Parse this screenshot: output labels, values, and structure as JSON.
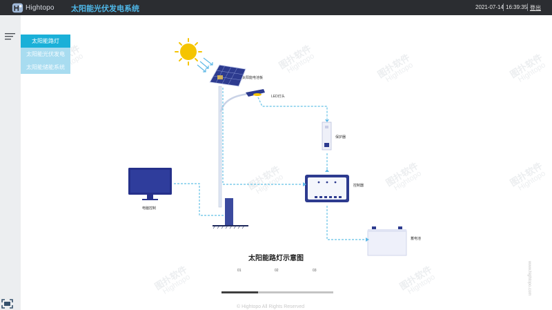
{
  "header": {
    "logo_text": "Hightopo",
    "title": "太阳能光伏发电系统",
    "date": "2021-07-14",
    "time": "16:39:35",
    "user": "登出"
  },
  "nav": {
    "items": [
      {
        "label": "太阳能路灯",
        "active": true
      },
      {
        "label": "太阳能光伏发电",
        "active": false
      },
      {
        "label": "太阳能储能系统",
        "active": false
      }
    ]
  },
  "diagram": {
    "title": "太阳能路灯示意图",
    "labels": {
      "solar_panel": "太阳能电池板",
      "led_lamp": "LED灯头",
      "protector": "保护器",
      "controller": "控制器",
      "monitor": "电脑控制",
      "battery": "蓄电池"
    }
  },
  "pager": {
    "pages": [
      "01",
      "02",
      "03"
    ],
    "progress": 0.33
  },
  "watermark": {
    "cn": "图扑软件",
    "en": "Hightopo"
  },
  "side_url": "www.hightopo.com",
  "footer": {
    "copyright": "© Hightopo All Rights Reserved"
  },
  "colors": {
    "header_bg": "#2b2d31",
    "title_accent": "#4fb8e9",
    "nav_active": "#1ab0d8",
    "nav_inactive": "#a8dcf0",
    "flow_line": "#7ccbea",
    "panel_blue": "#2d3b8f",
    "sun_yellow": "#f5c400"
  }
}
